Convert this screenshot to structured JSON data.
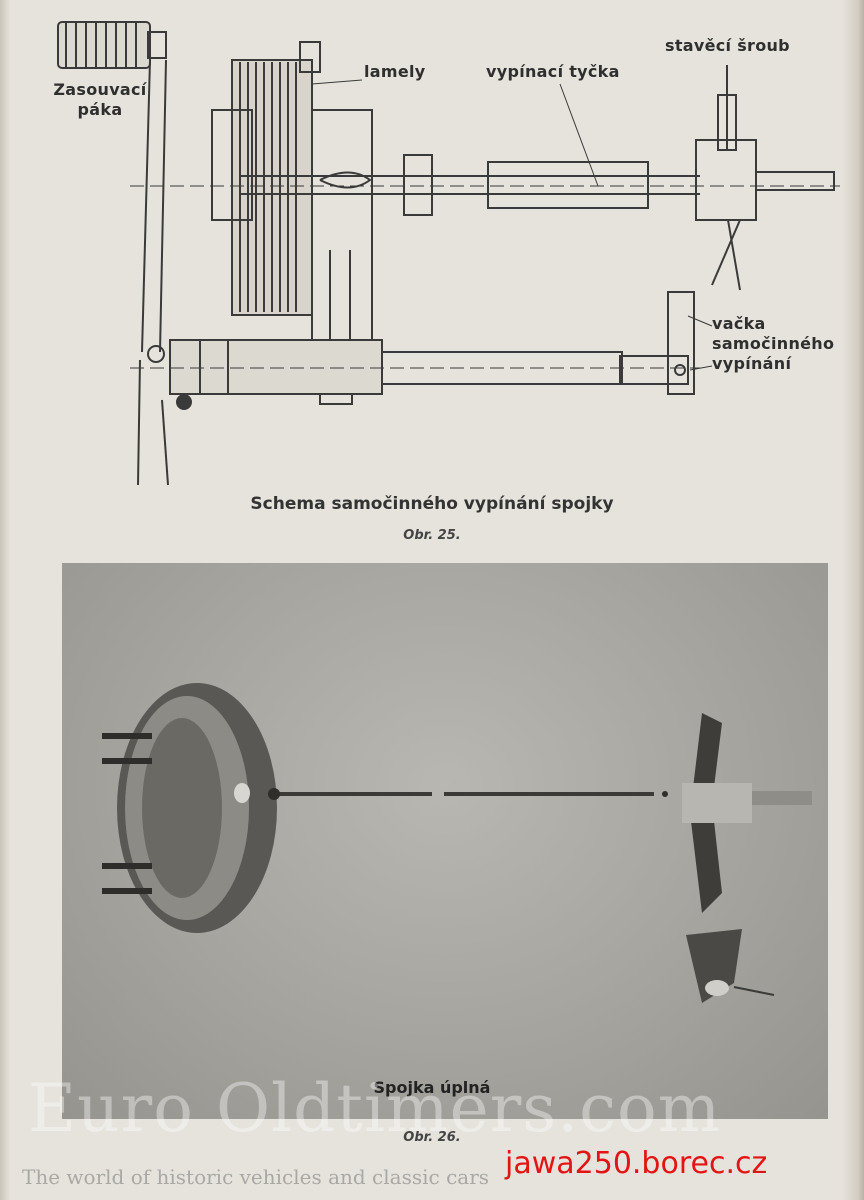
{
  "figure25": {
    "labels": {
      "lever": "Zasouvací\npáka",
      "plates": "lamely",
      "rod": "vypínací tyčka",
      "screw": "stavěcí šroub",
      "cam": "vačka\nsamočinného\nvypínání"
    },
    "title": "Schema samočinného vypínání spojky",
    "number": "Obr. 25."
  },
  "figure26": {
    "title": "Spojka úplná",
    "number": "Obr. 26."
  },
  "watermark": {
    "main": "Euro Oldtimers.com",
    "sub": "The world of historic vehicles and classic cars"
  },
  "site_link": "jawa250.borec.cz",
  "colors": {
    "link": "#e31414",
    "paper": "#e6e3dc",
    "ink": "#2f2f2f"
  }
}
